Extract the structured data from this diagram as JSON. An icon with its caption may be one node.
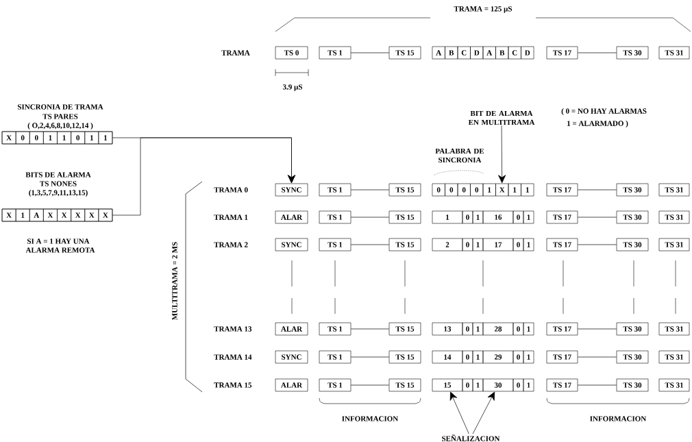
{
  "diagram": {
    "nodes": [
      {
        "text": [
          "TS 0"
        ]
      },
      {
        "text": [
          "TS 1"
        ]
      },
      {
        "text": [
          "TS 15"
        ]
      },
      {
        "text": [
          "A"
        ]
      },
      {
        "text": [
          "B"
        ]
      },
      {
        "text": [
          "C"
        ]
      },
      {
        "text": [
          "D"
        ]
      },
      {
        "text": [
          "A"
        ]
      },
      {
        "text": [
          "B"
        ]
      },
      {
        "text": [
          "C"
        ]
      },
      {
        "text": [
          "D"
        ]
      },
      {
        "text": [
          "TS 17"
        ]
      },
      {
        "text": [
          "TS 30"
        ]
      },
      {
        "text": [
          "TS 31"
        ]
      },
      {
        "text": [],
        "shape": "box"
      },
      {
        "text": [
          "X"
        ],
        "in": 14
      },
      {
        "text": [
          "0"
        ],
        "in": 14
      },
      {
        "text": [
          "0"
        ],
        "in": 14
      },
      {
        "text": [
          "1"
        ],
        "in": 14
      },
      {
        "text": [
          "1"
        ],
        "in": 14
      },
      {
        "text": [
          "0"
        ],
        "in": 14
      },
      {
        "text": [
          "1"
        ],
        "in": 14
      },
      {
        "text": [
          "1"
        ],
        "in": 14
      },
      {
        "text": [
          "BIT DE ALARMA EN MULTITRAMA"
        ]
      },
      {
        "text": [],
        "shape": "box"
      },
      {
        "text": [
          "X"
        ],
        "in": 24
      },
      {
        "text": [
          "1"
        ],
        "in": 24
      },
      {
        "text": [
          "A"
        ],
        "in": 24
      },
      {
        "text": [
          "X"
        ],
        "in": 24
      },
      {
        "text": [
          "X"
        ],
        "in": 24
      },
      {
        "text": [
          "X"
        ],
        "in": 24
      },
      {
        "text": [
          "X"
        ],
        "in": 24
      },
      {
        "text": [
          "X"
        ],
        "in": 24
      },
      {
        "text": [
          "SYNC"
        ]
      },
      {
        "text": [
          "TS 1"
        ]
      },
      {
        "text": [
          "TS 15"
        ]
      },
      {
        "text": [
          "0"
        ]
      },
      {
        "text": [
          "0"
        ]
      },
      {
        "text": [
          "0"
        ]
      },
      {
        "text": [
          "0"
        ]
      },
      {
        "text": [
          "1"
        ]
      },
      {
        "text": [
          "X"
        ]
      },
      {
        "text": [
          "1"
        ]
      },
      {
        "text": [
          "1"
        ]
      },
      {
        "text": [
          "TS 17"
        ]
      },
      {
        "text": [
          "TS 30"
        ]
      },
      {
        "text": [
          "TS 31"
        ]
      },
      {
        "text": [
          "ALAR"
        ]
      },
      {
        "text": [
          "TS 1"
        ]
      },
      {
        "text": [
          "TS 15"
        ]
      },
      {
        "text": [
          "1"
        ]
      },
      {
        "text": [
          "0"
        ]
      },
      {
        "text": [
          "1"
        ]
      },
      {
        "text": [
          "16"
        ]
      },
      {
        "text": [
          "0"
        ]
      },
      {
        "text": [
          "1"
        ]
      },
      {
        "text": [
          "TS 17"
        ]
      },
      {
        "text": [
          "TS 30"
        ]
      },
      {
        "text": [
          "TS 31"
        ]
      },
      {
        "text": [
          "SYNC"
        ]
      },
      {
        "text": [
          "TS 1"
        ]
      },
      {
        "text": [
          "TS 15"
        ]
      },
      {
        "text": [
          "2"
        ]
      },
      {
        "text": [
          "0"
        ]
      },
      {
        "text": [
          "1"
        ]
      },
      {
        "text": [
          "17"
        ]
      },
      {
        "text": [
          "0"
        ]
      },
      {
        "text": [
          "1"
        ]
      },
      {
        "text": [
          "TS 17"
        ]
      },
      {
        "text": [
          "TS 30"
        ]
      },
      {
        "text": [
          "TS 31"
        ]
      },
      {
        "text": [
          "ALAR"
        ]
      },
      {
        "text": [
          "TS 1"
        ]
      },
      {
        "text": [
          "TS 15"
        ]
      },
      {
        "text": [
          "13"
        ]
      },
      {
        "text": [
          "0"
        ]
      },
      {
        "text": [
          "1"
        ]
      },
      {
        "text": [
          "28"
        ]
      },
      {
        "text": [
          "0"
        ]
      },
      {
        "text": [
          "1"
        ]
      },
      {
        "text": [
          "TS 17"
        ]
      },
      {
        "text": [
          "TS 30"
        ]
      },
      {
        "text": [
          "TS 31"
        ]
      },
      {
        "text": [
          "SYNC"
        ]
      },
      {
        "text": [
          "TS 1"
        ]
      },
      {
        "text": [
          "TS 15"
        ]
      },
      {
        "text": [
          "14"
        ]
      },
      {
        "text": [
          "0"
        ]
      },
      {
        "text": [
          "1"
        ]
      },
      {
        "text": [
          "29"
        ]
      },
      {
        "text": [
          "0"
        ]
      },
      {
        "text": [
          "1"
        ]
      },
      {
        "text": [
          "TS 17"
        ]
      },
      {
        "text": [
          "TS 30"
        ]
      },
      {
        "text": [
          "TS 31"
        ]
      },
      {
        "text": [
          "ALAR"
        ]
      },
      {
        "text": [
          "TS 1"
        ]
      },
      {
        "text": [
          "TS 15"
        ]
      },
      {
        "text": [
          "15"
        ]
      },
      {
        "text": [
          "0"
        ]
      },
      {
        "text": [
          "1"
        ]
      },
      {
        "text": [
          "30"
        ]
      },
      {
        "text": [
          "0"
        ]
      },
      {
        "text": [
          "1"
        ]
      },
      {
        "text": [
          "TS 17"
        ]
      },
      {
        "text": [
          "TS 30"
        ]
      },
      {
        "text": [
          "TS 31"
        ]
      },
      {
        "text": [
          "SEÑALIZACION"
        ]
      }
    ],
    "edges": [
      {
        "from": 14,
        "to": 33,
        "arrow": "to"
      },
      {
        "from": 24,
        "to": 33,
        "arrow": "to"
      },
      {
        "from": 23,
        "to": 41,
        "arrow": "to"
      },
      {
        "from": 107,
        "to": 98,
        "arrow": "to"
      },
      {
        "from": 107,
        "to": 101,
        "arrow": "to"
      },
      {
        "from": 1,
        "to": 2,
        "arrow": "none"
      },
      {
        "from": 11,
        "to": 12,
        "arrow": "none"
      },
      {
        "from": 34,
        "to": 35,
        "arrow": "none"
      },
      {
        "from": 44,
        "to": 45,
        "arrow": "none"
      },
      {
        "from": 48,
        "to": 49,
        "arrow": "none"
      },
      {
        "from": 56,
        "to": 57,
        "arrow": "none"
      },
      {
        "from": 60,
        "to": 61,
        "arrow": "none"
      },
      {
        "from": 68,
        "to": 69,
        "arrow": "none"
      },
      {
        "from": 72,
        "to": 73,
        "arrow": "none"
      },
      {
        "from": 80,
        "to": 81,
        "arrow": "none"
      },
      {
        "from": 84,
        "to": 85,
        "arrow": "none"
      },
      {
        "from": 92,
        "to": 93,
        "arrow": "none"
      },
      {
        "from": 96,
        "to": 97,
        "arrow": "none"
      },
      {
        "from": 104,
        "to": 105,
        "arrow": "none"
      }
    ],
    "labels": [
      "TRAMA = 125 µS",
      "TRAMA",
      "3.9 µS",
      "SINCRONIA DE TRAMA",
      "TS PARES",
      "( O,2,4,6,8,10,12,14 )",
      "( 0 = NO HAY ALARMAS",
      "1 = ALARMADO )",
      "PALABRA DE SINCRONIA",
      "TRAMA 0",
      "BITS DE ALARMA",
      "TS NONES",
      "(1,3,5,7,9,11,13,15)",
      "TRAMA 1",
      "SI A = 1 HAY UNA",
      "ALARMA REMOTA",
      "TRAMA 2",
      "MULTITRAMA = 2 MS",
      "TRAMA 13",
      "TRAMA 14",
      "TRAMA 15",
      "INFORMACION",
      "INFORMACION"
    ]
  }
}
